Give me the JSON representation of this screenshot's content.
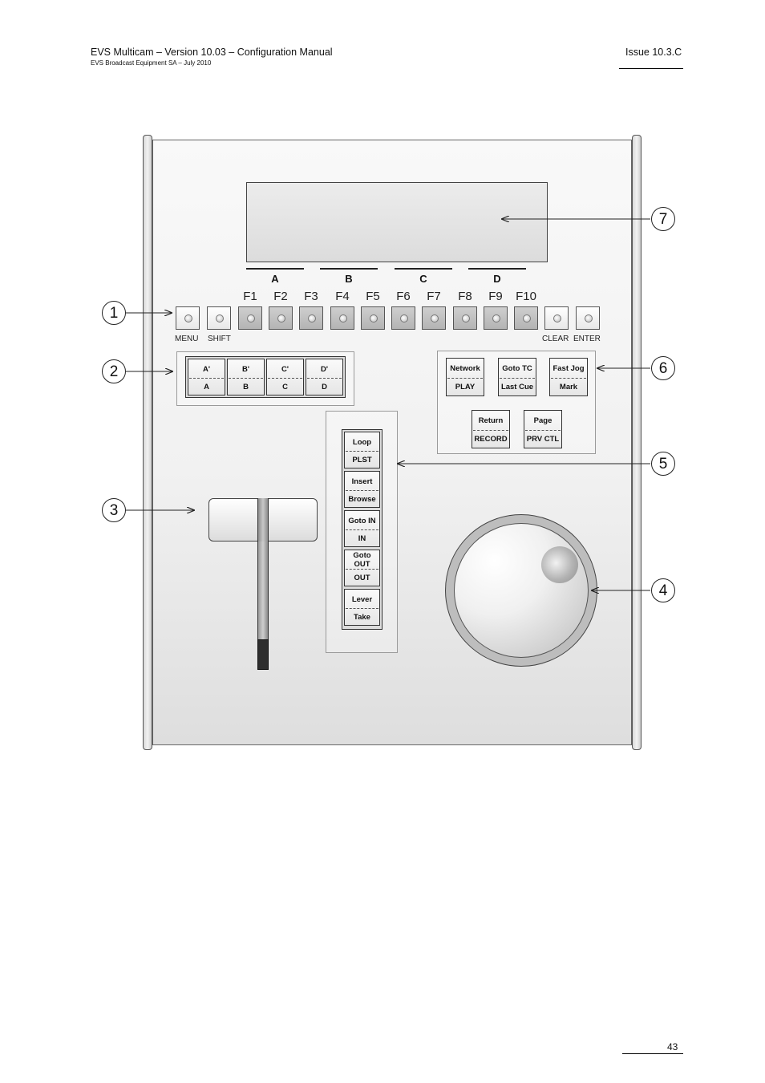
{
  "header": {
    "title": "EVS Multicam – Version 10.03 – Configuration Manual",
    "subtitle": "EVS Broadcast Equipment SA – July  2010",
    "issue": "Issue 10.3.C"
  },
  "footer": {
    "page_number": "43"
  },
  "controller": {
    "soft_keys": [
      "A",
      "B",
      "C",
      "D"
    ],
    "function_keys": [
      "F1",
      "F2",
      "F3",
      "F4",
      "F5",
      "F6",
      "F7",
      "F8",
      "F9",
      "F10"
    ],
    "left_keys": [
      "MENU",
      "SHIFT"
    ],
    "right_keys": [
      "CLEAR",
      "ENTER"
    ],
    "page_buttons": [
      {
        "top": "A'",
        "bottom": "A"
      },
      {
        "top": "B'",
        "bottom": "B"
      },
      {
        "top": "C'",
        "bottom": "C"
      },
      {
        "top": "D'",
        "bottom": "D"
      }
    ],
    "center_buttons": [
      {
        "top": "Loop",
        "bottom": "PLST"
      },
      {
        "top": "Insert",
        "bottom": "Browse"
      },
      {
        "top": "Goto IN",
        "bottom": "IN"
      },
      {
        "top": "Goto OUT",
        "bottom": "OUT"
      },
      {
        "top": "Lever",
        "bottom": "Take"
      }
    ],
    "right_buttons_row1": [
      {
        "top": "Network",
        "bottom": "PLAY"
      },
      {
        "top": "Goto TC",
        "bottom": "Last Cue"
      },
      {
        "top": "Fast Jog",
        "bottom": "Mark"
      }
    ],
    "right_buttons_row2": [
      {
        "top": "Return",
        "bottom": "RECORD"
      },
      {
        "top": "Page",
        "bottom": "PRV CTL"
      }
    ]
  },
  "callouts": [
    "1",
    "2",
    "3",
    "4",
    "5",
    "6",
    "7"
  ]
}
